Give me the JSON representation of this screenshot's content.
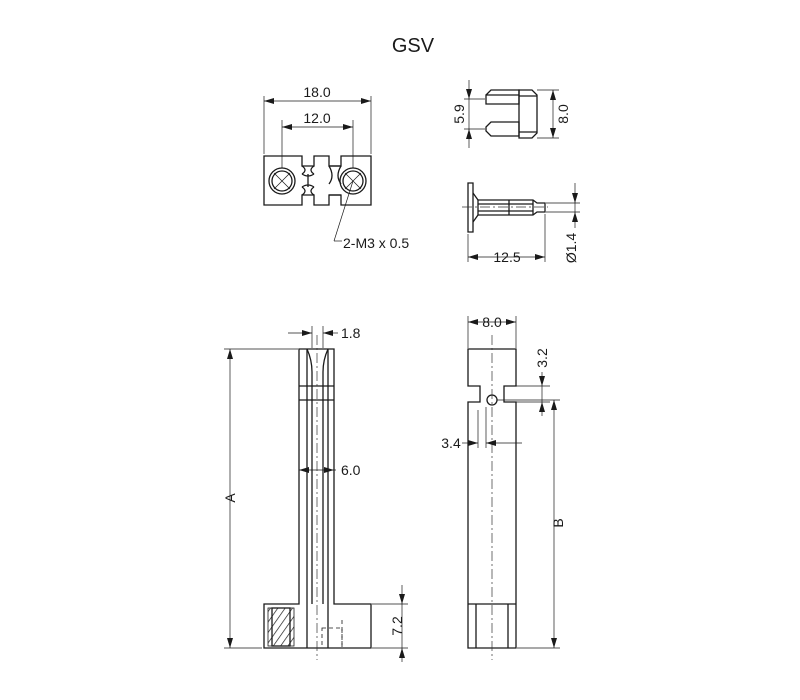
{
  "title": "GSV",
  "top_view": {
    "overall_width": "18.0",
    "hole_pitch": "12.0",
    "thread_callout": "2-M3 x 0.5"
  },
  "side_view": {
    "pin_spacing": "5.9",
    "height": "8.0"
  },
  "pin_view": {
    "length": "12.5",
    "diameter": "Ø1.4"
  },
  "front_view": {
    "slot_width": "1.8",
    "slot_spacing": "6.0",
    "overall_length": "A",
    "base_height": "7.2"
  },
  "right_view": {
    "width": "8.0",
    "notch_height": "3.2",
    "hole_offset": "3.4",
    "length": "B"
  }
}
